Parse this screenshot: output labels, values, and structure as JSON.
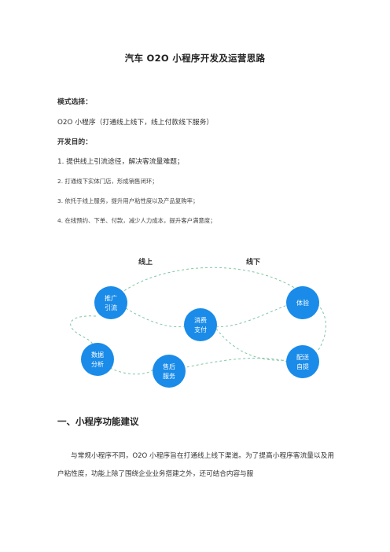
{
  "doc": {
    "title": "汽车 O2O 小程序开发及运营思路",
    "mode_label": "模式选择：",
    "mode_value": "O2O 小程序（打通线上线下，线上付款线下服务）",
    "goal_label": "开发目的：",
    "goals": [
      "1. 提供线上引流途径，解决客流量难题；",
      "2. 打通线下实体门店，形成销售闭环；",
      "3. 依托于线上服务，提升用户粘性度以及产品复购率；",
      "4. 在线预约、下单、付款，减少人力成本，提升客户满意度；"
    ],
    "section_heading": "一、小程序功能建议",
    "paragraph_line1": "与常规小程序不同，O2O 小程序旨在打通线上线下渠道。为了提高小程序",
    "paragraph_line2": "客流量以及用户粘性度，功能上除了围绕企业业务搭建之外，还可结合内容与服"
  },
  "diagram": {
    "online_label": "线上",
    "offline_label": "线下",
    "node_color": "#1a8be8",
    "line_color": "#7fc6a4",
    "nodes": {
      "promote": [
        "推广",
        "引流"
      ],
      "consume": [
        "消费",
        "支付"
      ],
      "experience": [
        "体验"
      ],
      "data": [
        "数据",
        "分析"
      ],
      "aftersales": [
        "售后",
        "服务"
      ],
      "delivery": [
        "配送",
        "自提"
      ]
    }
  }
}
